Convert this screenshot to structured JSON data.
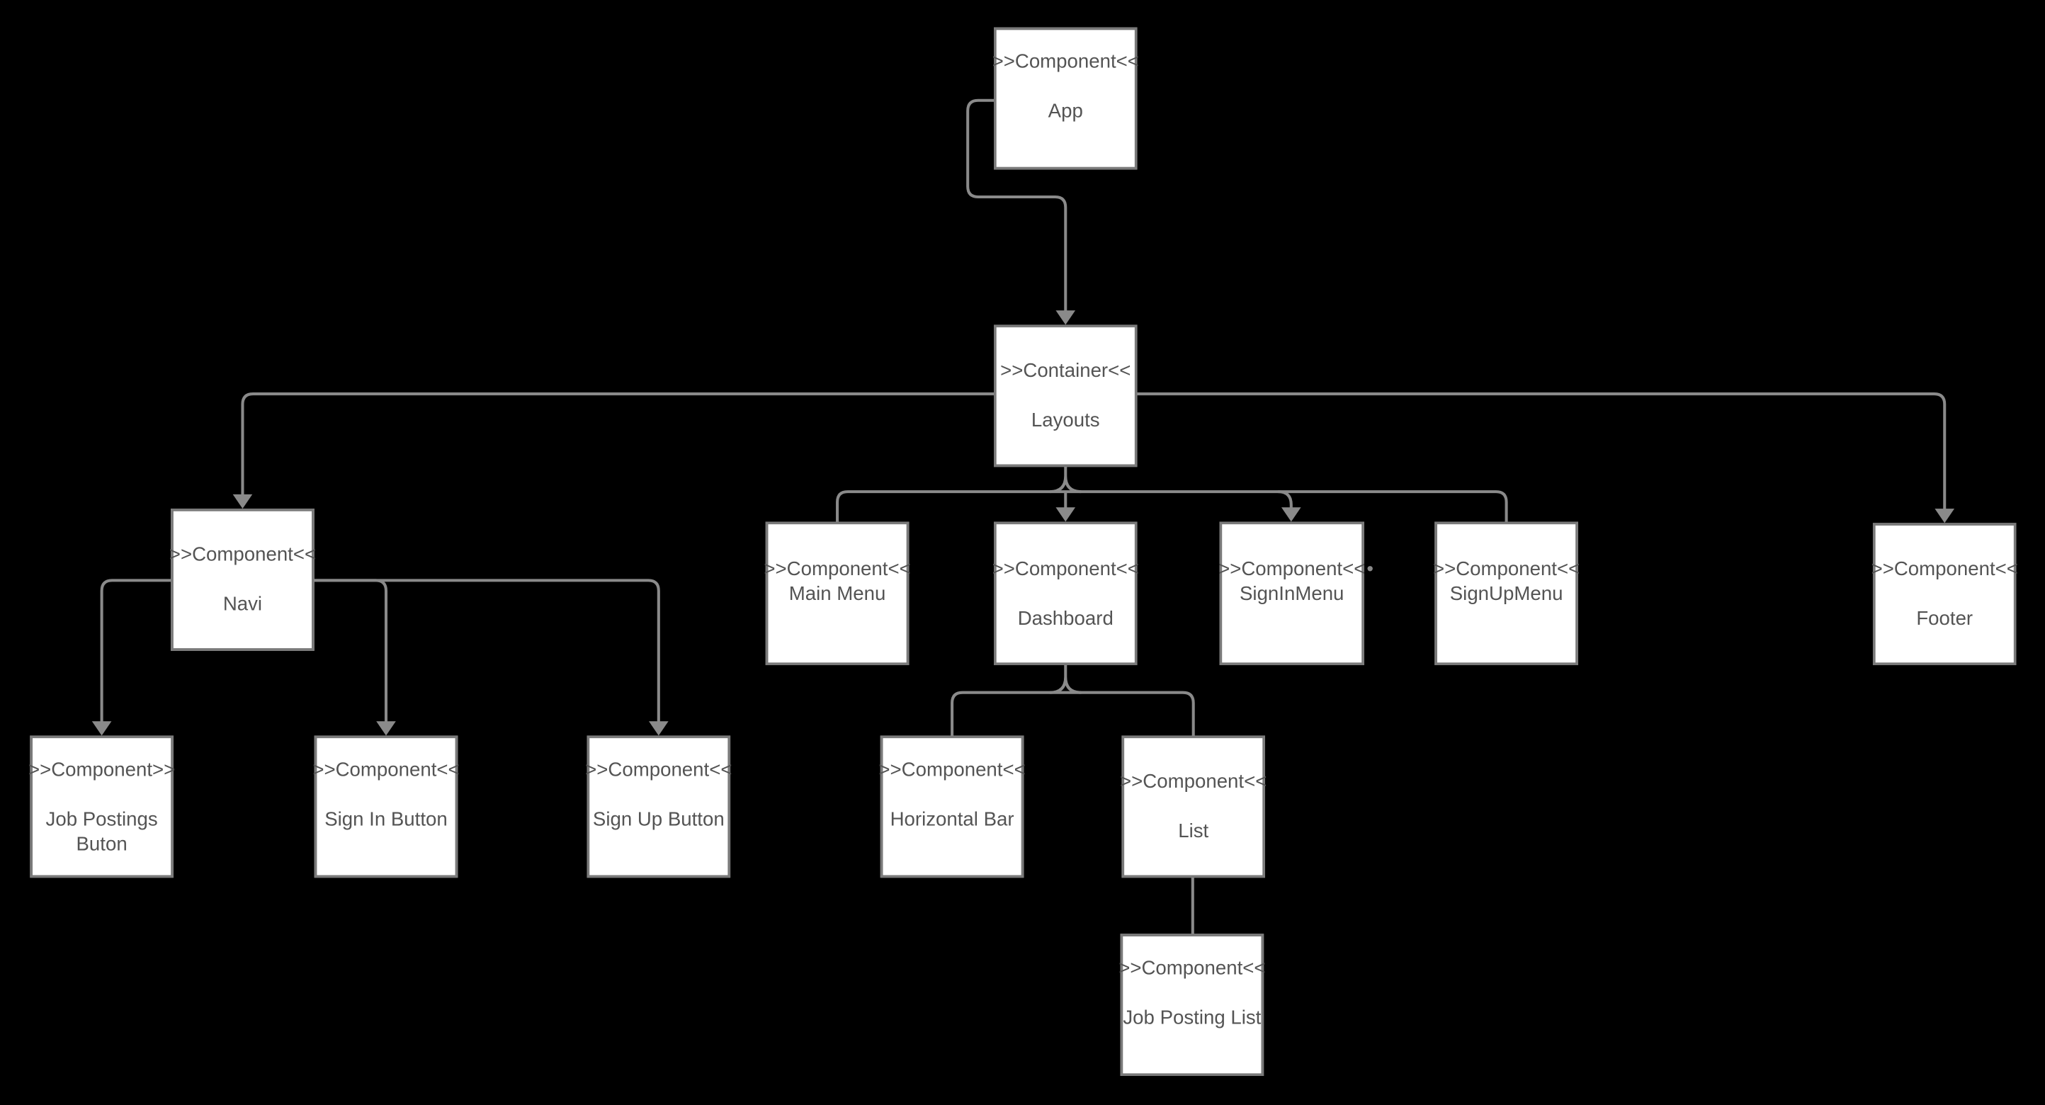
{
  "diagram": {
    "type": "component-diagram",
    "background_color": "#000000",
    "box_fill_color": "#ffffff",
    "box_border_color": "#7a7a7a",
    "connector_color": "#8a8a8a",
    "text_color": "#545454",
    "nodes": {
      "app": {
        "stereotype": ">>Component<<",
        "name": "App"
      },
      "layouts": {
        "stereotype": ">>Container<<",
        "name": "Layouts"
      },
      "navi": {
        "stereotype": ">>Component<<",
        "name": "Navi"
      },
      "main_menu": {
        "stereotype": ">>Component<<",
        "name": "Main Menu"
      },
      "dashboard": {
        "stereotype": ">>Component<<",
        "name": "Dashboard"
      },
      "sign_in_menu": {
        "stereotype": ">>Component<<",
        "name": "SignInMenu"
      },
      "sign_up_menu": {
        "stereotype": ">>Component<<",
        "name": "SignUpMenu"
      },
      "footer": {
        "stereotype": ">>Component<<",
        "name": "Footer"
      },
      "job_postings_buton": {
        "stereotype": ">>Component>>",
        "name": "Job Postings Buton"
      },
      "sign_in_button": {
        "stereotype": ">>Component<<",
        "name": "Sign In Button"
      },
      "sign_up_button": {
        "stereotype": ">>Component<<",
        "name": "Sign Up Button"
      },
      "horizontal_bar": {
        "stereotype": ">>Component<<",
        "name": "Horizontal Bar"
      },
      "list": {
        "stereotype": ">>Component<<",
        "name": "List"
      },
      "job_posting_list": {
        "stereotype": ">>Component<<",
        "name": "Job Posting List"
      }
    },
    "edges": [
      {
        "from": "App",
        "to": "Layouts",
        "arrowhead": true
      },
      {
        "from": "Layouts",
        "to": "Navi",
        "arrowhead": true
      },
      {
        "from": "Layouts",
        "to": "Footer",
        "arrowhead": true
      },
      {
        "from": "Layouts",
        "to": "Main Menu",
        "arrowhead": false
      },
      {
        "from": "Layouts",
        "to": "Dashboard",
        "arrowhead": true
      },
      {
        "from": "Layouts",
        "to": "SignInMenu",
        "arrowhead": true
      },
      {
        "from": "Layouts",
        "to": "SignUpMenu",
        "arrowhead": false
      },
      {
        "from": "Navi",
        "to": "Job Postings Buton",
        "arrowhead": true
      },
      {
        "from": "Navi",
        "to": "Sign In Button",
        "arrowhead": true
      },
      {
        "from": "Navi",
        "to": "Sign Up Button",
        "arrowhead": true
      },
      {
        "from": "Dashboard",
        "to": "Horizontal Bar",
        "arrowhead": false
      },
      {
        "from": "Dashboard",
        "to": "List",
        "arrowhead": false
      },
      {
        "from": "List",
        "to": "Job Posting List",
        "arrowhead": false
      }
    ]
  }
}
